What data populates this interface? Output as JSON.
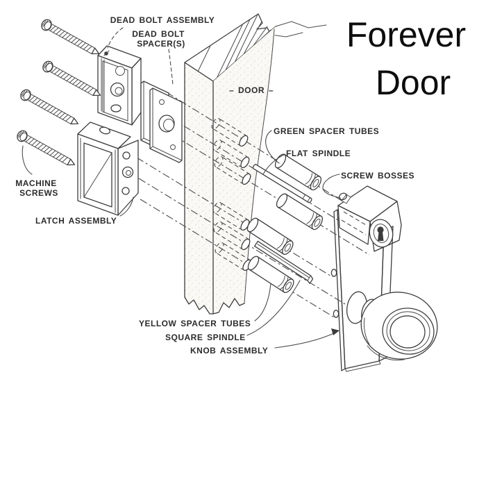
{
  "title": {
    "line1": "Forever",
    "line2": "Door"
  },
  "labels": {
    "dead_bolt_assembly": "DEAD BOLT ASSEMBLY",
    "dead_bolt_spacer1": "DEAD BOLT",
    "dead_bolt_spacer2": "SPACER(S)",
    "machine1": "MACHINE",
    "machine2": "SCREWS",
    "latch": "LATCH ASSEMBLY",
    "door": "– DOOR –",
    "green": "GREEN SPACER TUBES",
    "flat": "FLAT SPINDLE",
    "bosses": "SCREW BOSSES",
    "yellow": "YELLOW SPACER TUBES",
    "square": "SQUARE SPINDLE",
    "knob": "KNOB ASSEMBLY"
  },
  "colors": {
    "ink": "#3c3c3c",
    "text": "#2b2b2b",
    "background": "#ffffff"
  }
}
